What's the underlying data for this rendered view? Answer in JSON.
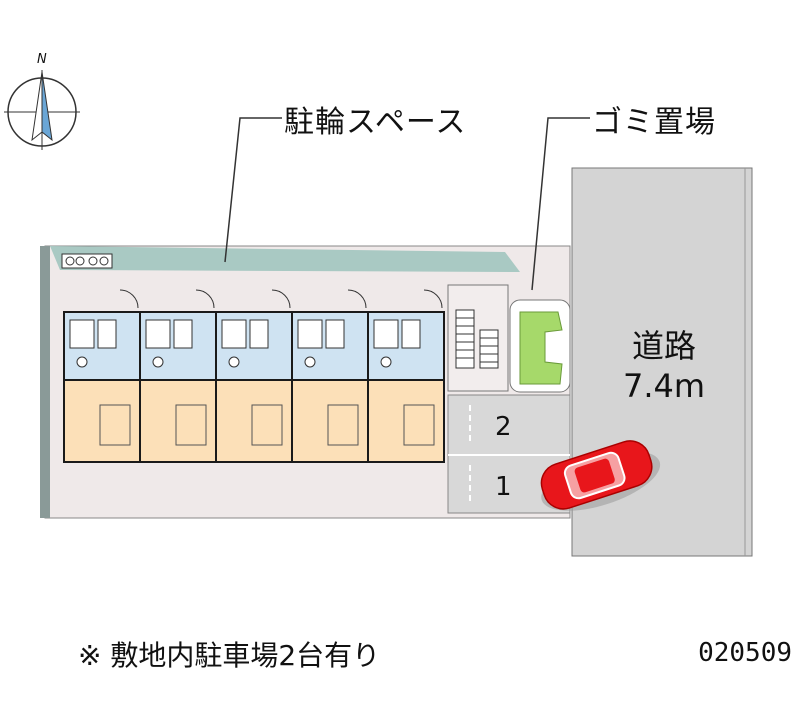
{
  "compass": {
    "north_letter": "N"
  },
  "callouts": {
    "bicycle_space": "駐輪スペース",
    "garbage_area": "ゴミ置場"
  },
  "road": {
    "name": "道路",
    "width": "7.4m"
  },
  "parking": {
    "slots": [
      "2",
      "1"
    ]
  },
  "footer": {
    "note": "※ 敷地内駐車場2台有り",
    "code": "020509"
  },
  "colors": {
    "site_fill": "#efe9e9",
    "road_fill": "#d4d4d4",
    "bike_strip": "#a9c9c3",
    "bath_blue": "#cfe3f2",
    "room_orange": "#fce0b8",
    "garbage_green": "#a6d96a",
    "car_red": "#e8161b",
    "building_outline": "#1a1a1a"
  }
}
